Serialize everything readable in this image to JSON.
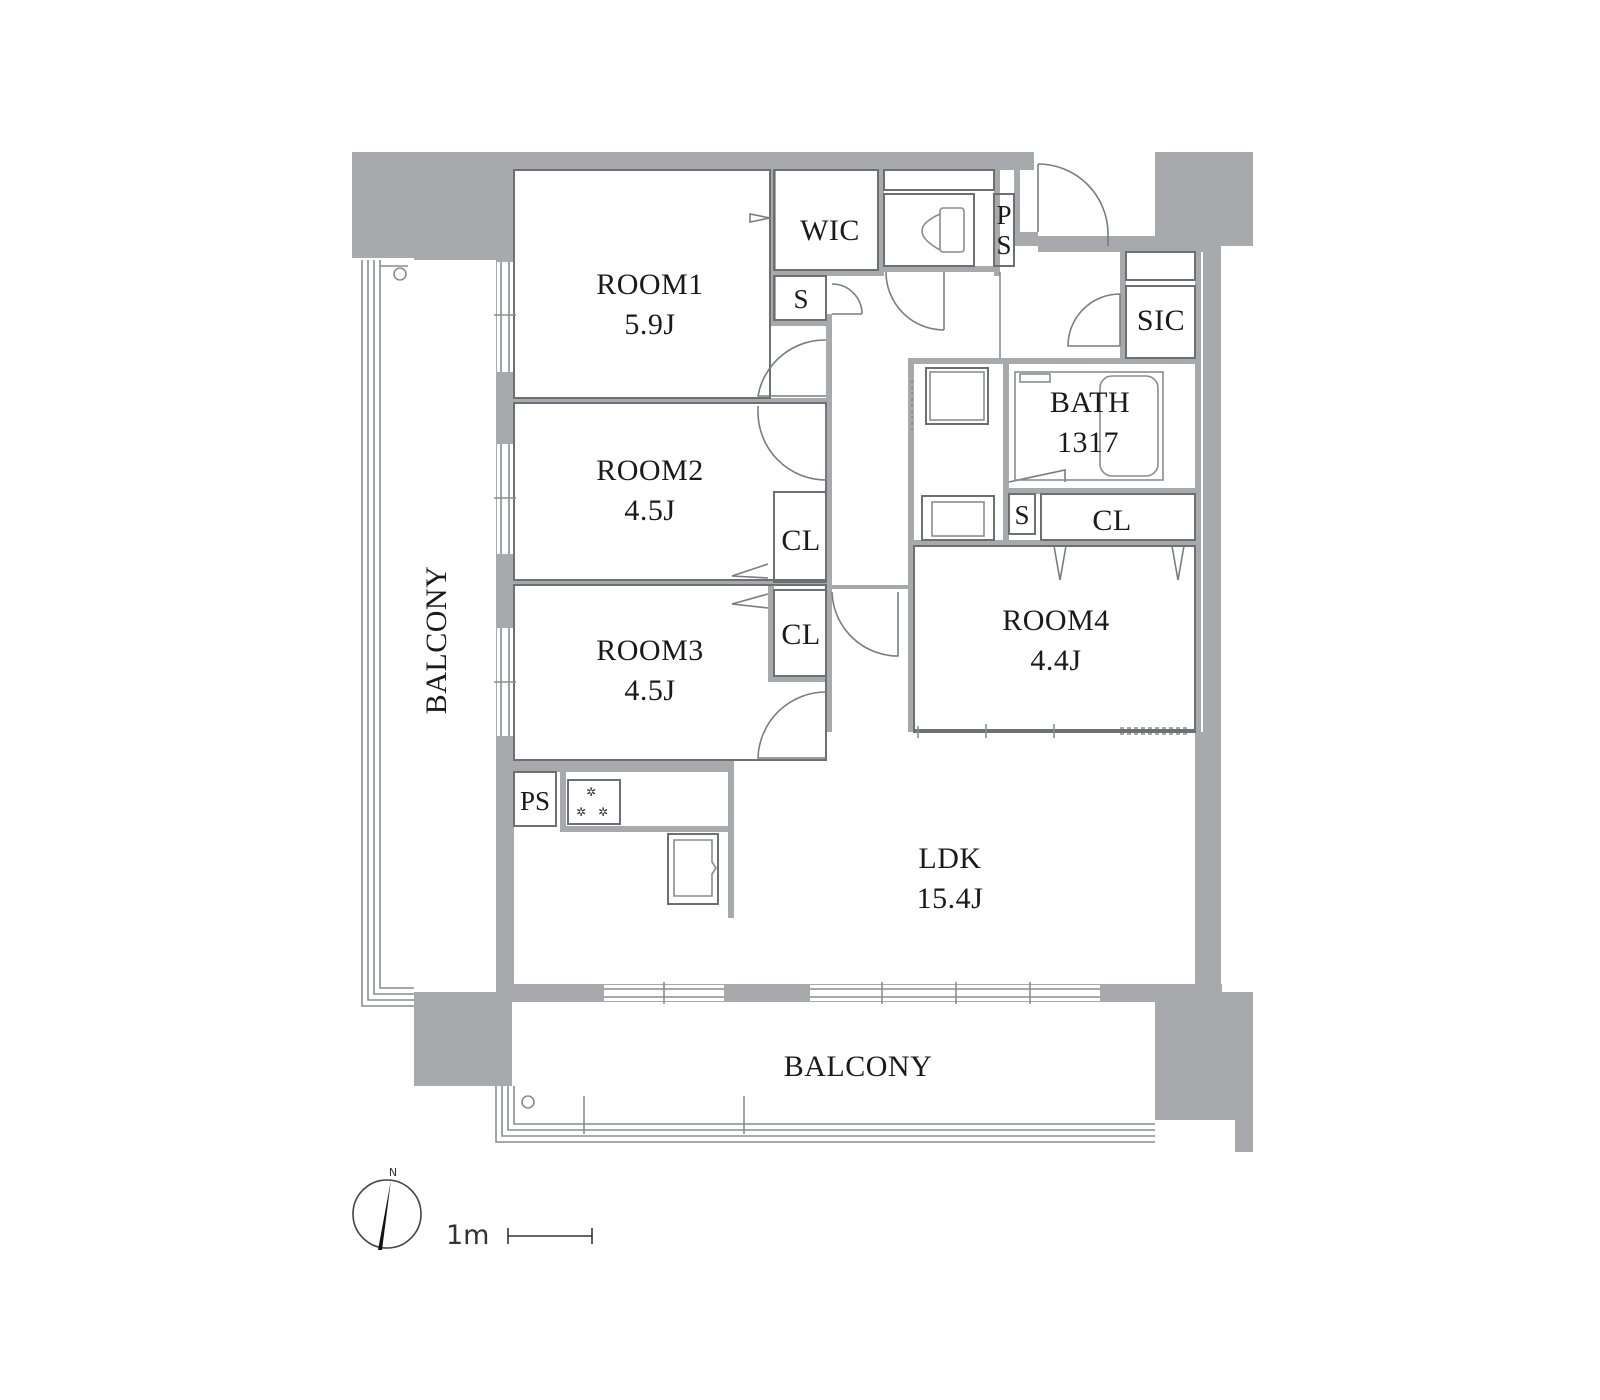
{
  "rooms": {
    "room1": {
      "name": "ROOM1",
      "size": "5.9J"
    },
    "room2": {
      "name": "ROOM2",
      "size": "4.5J"
    },
    "room3": {
      "name": "ROOM3",
      "size": "4.5J"
    },
    "room4": {
      "name": "ROOM4",
      "size": "4.4J"
    },
    "ldk": {
      "name": "LDK",
      "size": "15.4J"
    },
    "bath": {
      "name": "BATH",
      "size": "1317"
    }
  },
  "storage": {
    "wic": "WIC",
    "sic": "SIC",
    "s1": "S",
    "s2": "S",
    "cl_room2": "CL",
    "cl_room3": "CL",
    "cl_room4": "CL",
    "ps_top_1": "P",
    "ps_top_2": "S",
    "ps_kitchen": "PS"
  },
  "balcony": {
    "west": "BALCONY",
    "south": "BALCONY"
  },
  "compass": {
    "north": "N"
  },
  "scale": {
    "label": "1m"
  },
  "colors": {
    "wall": "#a7a9ac",
    "text": "#1a1a1a",
    "line": "#8a8c8f"
  },
  "icons": [
    "compass-icon",
    "stove-icon",
    "sink-icon",
    "toilet-icon",
    "washbasin-icon",
    "bathtub-icon"
  ]
}
